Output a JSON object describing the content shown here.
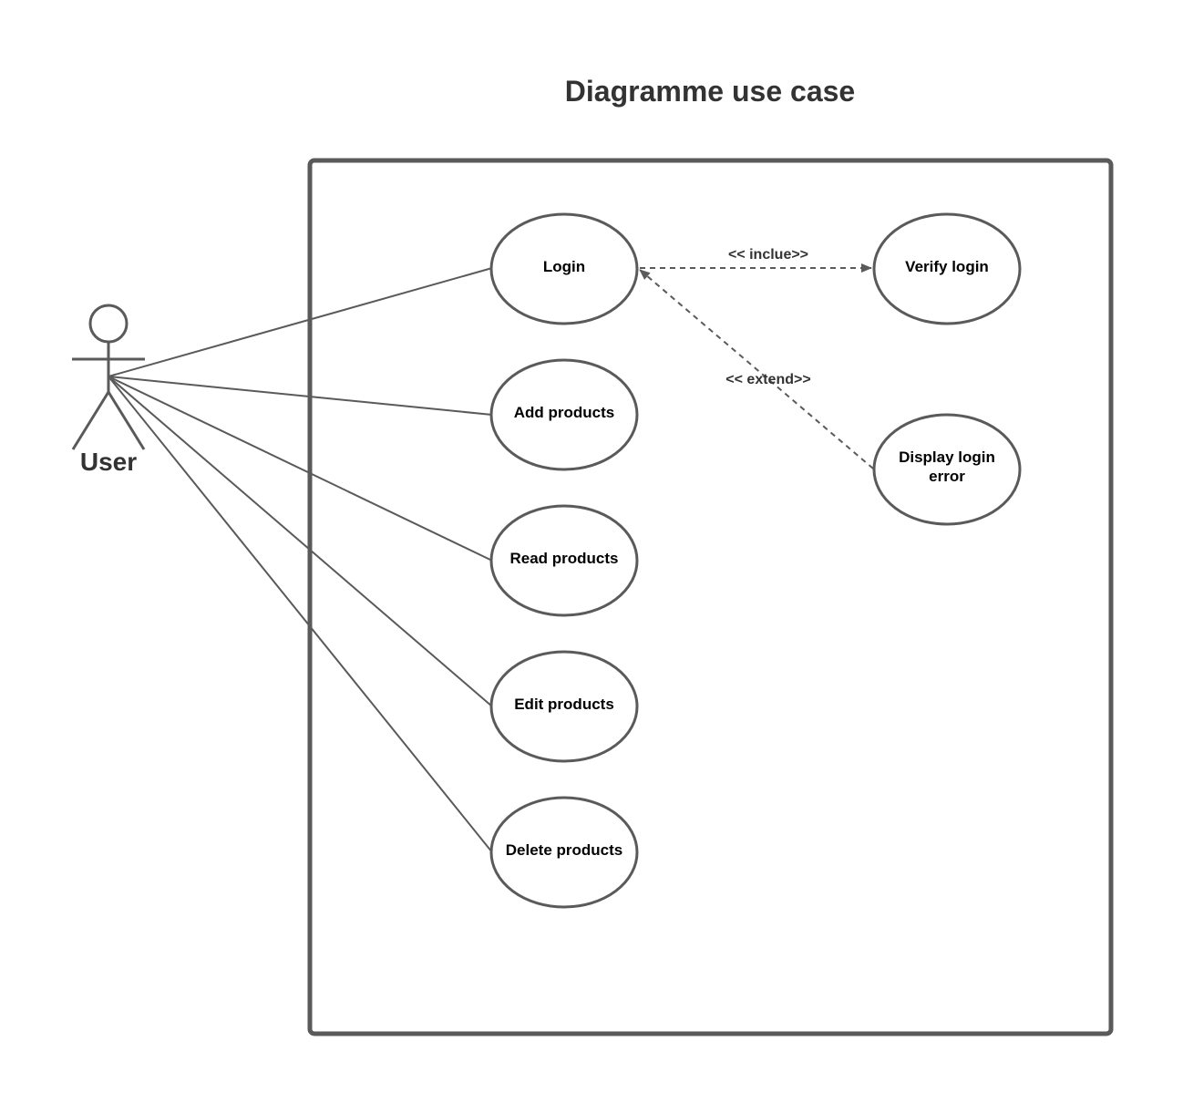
{
  "title": "Diagramme use case",
  "actor": {
    "label": "User"
  },
  "use_cases": {
    "login": "Login",
    "add": "Add products",
    "read": "Read products",
    "edit": "Edit products",
    "delete": "Delete products",
    "verify": "Verify login",
    "display_error_line1": "Display login",
    "display_error_line2": "error"
  },
  "relations": {
    "include_label": "<< inclue>>",
    "extend_label": "<< extend>>"
  },
  "colors": {
    "stroke": "#5a5a5a",
    "text": "#333333",
    "background": "#ffffff"
  }
}
